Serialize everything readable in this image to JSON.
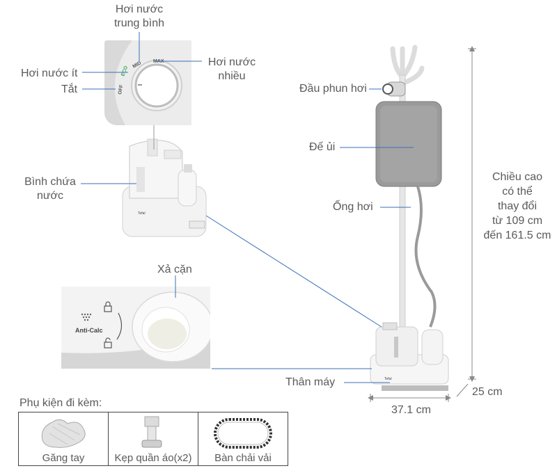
{
  "labels": {
    "steam_medium": [
      "Hơi nước",
      "trung bình"
    ],
    "steam_low": "Hơi nước ít",
    "off": "Tắt",
    "steam_high": [
      "Hơi nước",
      "nhiều"
    ],
    "water_tank": [
      "Bình chứa",
      "nước"
    ],
    "descale": "Xả cặn",
    "spray_head": "Đầu phun hơi",
    "ironing_board": "Đế ủi",
    "steam_hose": "Ống hơi",
    "body": "Thân máy",
    "height": [
      "Chiều cao",
      "có thể",
      "thay đổi",
      "từ 109 cm",
      "đến 161.5 cm"
    ],
    "depth": "25 cm",
    "width": "37.1 cm"
  },
  "dial_marks": {
    "max": "MAX",
    "mid": "MID",
    "eco": "ECO",
    "off": "OFF"
  },
  "anti_calc_text": "Anti-Calc",
  "accessories": {
    "title": "Phụ kiện đi kèm:",
    "items": [
      {
        "label": "Găng tay",
        "icon": "glove-icon"
      },
      {
        "label": "Kẹp quần áo(x2)",
        "icon": "clip-icon"
      },
      {
        "label": "Bàn chải vải",
        "icon": "brush-icon"
      }
    ]
  },
  "colors": {
    "leader_line": "#3a6fb8",
    "dimension_line": "#888888",
    "board_gray": "#9a9a9a",
    "body_white": "#f4f4f4",
    "eco_green": "#2fa84f"
  }
}
